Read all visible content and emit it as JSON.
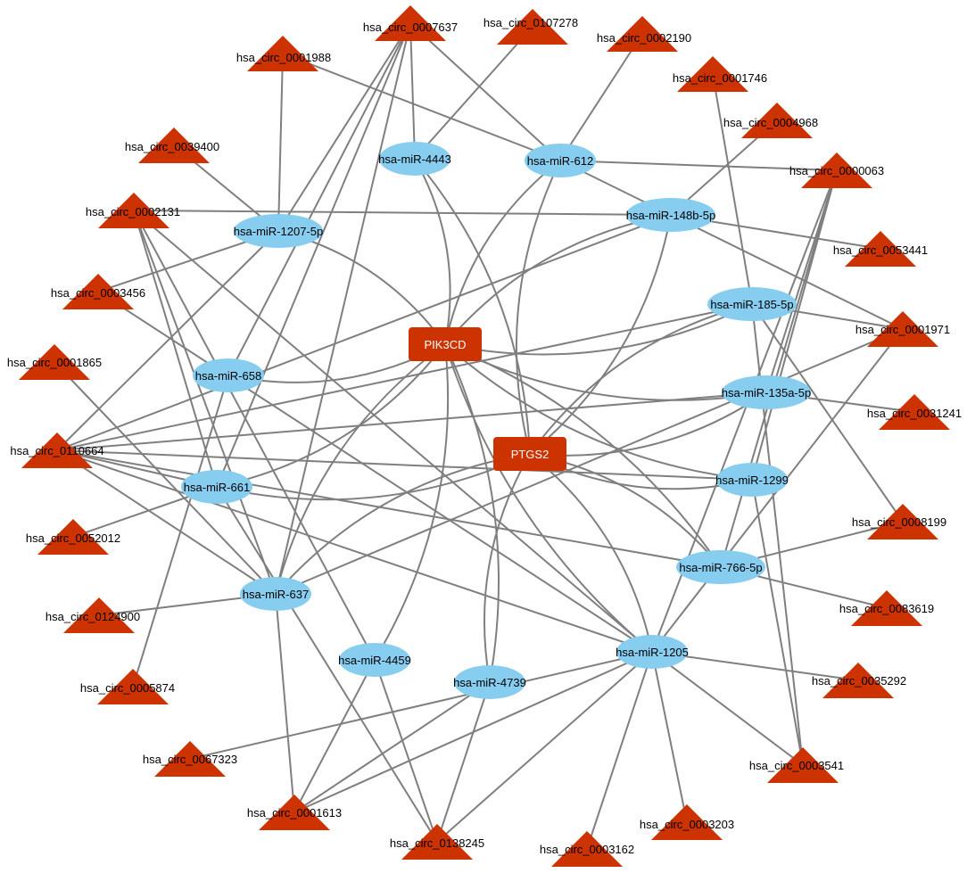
{
  "colors": {
    "edge": "#7f7f7f",
    "circrna": "#cc3300",
    "mirna": "#87cdf0",
    "gene": "#cc3300",
    "text": "#000000"
  },
  "node_types": {
    "circrna": "triangle",
    "mirna": "ellipse",
    "gene": "rectangle"
  },
  "genes": [
    "PIK3CD",
    "PTGS2"
  ],
  "mirnas": [
    "hsa-miR-4443",
    "hsa-miR-612",
    "hsa-miR-1207-5p",
    "hsa-miR-148b-5p",
    "hsa-miR-185-5p",
    "hsa-miR-658",
    "hsa-miR-135a-5p",
    "hsa-miR-661",
    "hsa-miR-1299",
    "hsa-miR-766-5p",
    "hsa-miR-637",
    "hsa-miR-4459",
    "hsa-miR-1205",
    "hsa-miR-4739"
  ],
  "circrnas": [
    "hsa_circ_0007637",
    "hsa_circ_0107278",
    "hsa_circ_0002190",
    "hsa_circ_0001988",
    "hsa_circ_0001746",
    "hsa_circ_0004968",
    "hsa_circ_0039400",
    "hsa_circ_0000063",
    "hsa_circ_0002131",
    "hsa_circ_0053441",
    "hsa_circ_0003456",
    "hsa_circ_0001971",
    "hsa_circ_0001865",
    "hsa_circ_0031241",
    "hsa_circ_0110664",
    "hsa_circ_0008199",
    "hsa_circ_0052012",
    "hsa_circ_0083619",
    "hsa_circ_0124900",
    "hsa_circ_0035292",
    "hsa_circ_0005874",
    "hsa_circ_0003541",
    "hsa_circ_0067323",
    "hsa_circ_0003203",
    "hsa_circ_0001613",
    "hsa_circ_0003162",
    "hsa_circ_0138245"
  ],
  "edges": [
    [
      "hsa_circ_0007637",
      "hsa-miR-4443"
    ],
    [
      "hsa_circ_0007637",
      "hsa-miR-1207-5p"
    ],
    [
      "hsa_circ_0007637",
      "hsa-miR-658"
    ],
    [
      "hsa_circ_0007637",
      "hsa-miR-661"
    ],
    [
      "hsa_circ_0007637",
      "hsa-miR-637"
    ],
    [
      "hsa_circ_0007637",
      "hsa-miR-612"
    ],
    [
      "hsa_circ_0107278",
      "hsa-miR-4443"
    ],
    [
      "hsa_circ_0002190",
      "hsa-miR-612"
    ],
    [
      "hsa_circ_0001988",
      "hsa-miR-612"
    ],
    [
      "hsa_circ_0001988",
      "hsa-miR-1207-5p"
    ],
    [
      "hsa_circ_0001746",
      "hsa-miR-185-5p"
    ],
    [
      "hsa_circ_0004968",
      "hsa-miR-148b-5p"
    ],
    [
      "hsa_circ_0039400",
      "hsa-miR-1207-5p"
    ],
    [
      "hsa_circ_0000063",
      "hsa-miR-612"
    ],
    [
      "hsa_circ_0000063",
      "hsa-miR-1299"
    ],
    [
      "hsa_circ_0000063",
      "hsa-miR-766-5p"
    ],
    [
      "hsa_circ_0000063",
      "hsa-miR-1205"
    ],
    [
      "hsa_circ_0000063",
      "hsa-miR-135a-5p"
    ],
    [
      "hsa_circ_0002131",
      "hsa-miR-148b-5p"
    ],
    [
      "hsa_circ_0002131",
      "hsa-miR-661"
    ],
    [
      "hsa_circ_0002131",
      "hsa-miR-637"
    ],
    [
      "hsa_circ_0002131",
      "hsa-miR-4459"
    ],
    [
      "hsa_circ_0002131",
      "hsa-miR-1205"
    ],
    [
      "hsa_circ_0053441",
      "hsa-miR-148b-5p"
    ],
    [
      "hsa_circ_0003456",
      "hsa-miR-1207-5p"
    ],
    [
      "hsa_circ_0003456",
      "hsa-miR-1205"
    ],
    [
      "hsa_circ_0001971",
      "hsa-miR-185-5p"
    ],
    [
      "hsa_circ_0001971",
      "hsa-miR-612"
    ],
    [
      "hsa_circ_0001971",
      "hsa-miR-637"
    ],
    [
      "hsa_circ_0001971",
      "hsa-miR-1205"
    ],
    [
      "hsa_circ_0001865",
      "hsa-miR-637"
    ],
    [
      "hsa_circ_0031241",
      "hsa-miR-135a-5p"
    ],
    [
      "hsa_circ_0110664",
      "hsa-miR-1207-5p"
    ],
    [
      "hsa_circ_0110664",
      "hsa-miR-148b-5p"
    ],
    [
      "hsa_circ_0110664",
      "hsa-miR-185-5p"
    ],
    [
      "hsa_circ_0110664",
      "hsa-miR-135a-5p"
    ],
    [
      "hsa_circ_0110664",
      "hsa-miR-1299"
    ],
    [
      "hsa_circ_0110664",
      "hsa-miR-766-5p"
    ],
    [
      "hsa_circ_0110664",
      "hsa-miR-1205"
    ],
    [
      "hsa_circ_0110664",
      "hsa-miR-637"
    ],
    [
      "hsa_circ_0110664",
      "hsa-miR-661"
    ],
    [
      "hsa_circ_0008199",
      "hsa-miR-185-5p"
    ],
    [
      "hsa_circ_0008199",
      "hsa-miR-766-5p"
    ],
    [
      "hsa_circ_0052012",
      "hsa-miR-661"
    ],
    [
      "hsa_circ_0083619",
      "hsa-miR-766-5p"
    ],
    [
      "hsa_circ_0124900",
      "hsa-miR-637"
    ],
    [
      "hsa_circ_0035292",
      "hsa-miR-1205"
    ],
    [
      "hsa_circ_0005874",
      "hsa-miR-658"
    ],
    [
      "hsa_circ_0003541",
      "hsa-miR-1205"
    ],
    [
      "hsa_circ_0003541",
      "hsa-miR-1299"
    ],
    [
      "hsa_circ_0003541",
      "hsa-miR-185-5p"
    ],
    [
      "hsa_circ_0067323",
      "hsa-miR-1205"
    ],
    [
      "hsa_circ_0003203",
      "hsa-miR-1205"
    ],
    [
      "hsa_circ_0001613",
      "hsa-miR-637"
    ],
    [
      "hsa_circ_0001613",
      "hsa-miR-4459"
    ],
    [
      "hsa_circ_0001613",
      "hsa-miR-4739"
    ],
    [
      "hsa_circ_0001613",
      "hsa-miR-1205"
    ],
    [
      "hsa_circ_0003162",
      "hsa-miR-1205"
    ],
    [
      "hsa_circ_0138245",
      "hsa-miR-661"
    ],
    [
      "hsa_circ_0138245",
      "hsa-miR-4459"
    ],
    [
      "hsa_circ_0138245",
      "hsa-miR-4739"
    ],
    [
      "hsa_circ_0138245",
      "hsa-miR-1205"
    ],
    [
      "PIK3CD",
      "hsa-miR-4443"
    ],
    [
      "PIK3CD",
      "hsa-miR-612"
    ],
    [
      "PIK3CD",
      "hsa-miR-1207-5p"
    ],
    [
      "PIK3CD",
      "hsa-miR-148b-5p"
    ],
    [
      "PIK3CD",
      "hsa-miR-185-5p"
    ],
    [
      "PIK3CD",
      "hsa-miR-658"
    ],
    [
      "PIK3CD",
      "hsa-miR-135a-5p"
    ],
    [
      "PIK3CD",
      "hsa-miR-661"
    ],
    [
      "PIK3CD",
      "hsa-miR-1299"
    ],
    [
      "PIK3CD",
      "hsa-miR-766-5p"
    ],
    [
      "PIK3CD",
      "hsa-miR-637"
    ],
    [
      "PIK3CD",
      "hsa-miR-4459"
    ],
    [
      "PIK3CD",
      "hsa-miR-1205"
    ],
    [
      "PIK3CD",
      "hsa-miR-4739"
    ],
    [
      "PTGS2",
      "hsa-miR-4443"
    ],
    [
      "PTGS2",
      "hsa-miR-612"
    ],
    [
      "PTGS2",
      "hsa-miR-148b-5p"
    ],
    [
      "PTGS2",
      "hsa-miR-185-5p"
    ],
    [
      "PTGS2",
      "hsa-miR-135a-5p"
    ],
    [
      "PTGS2",
      "hsa-miR-661"
    ],
    [
      "PTGS2",
      "hsa-miR-1299"
    ],
    [
      "PTGS2",
      "hsa-miR-766-5p"
    ],
    [
      "PTGS2",
      "hsa-miR-637"
    ],
    [
      "PTGS2",
      "hsa-miR-1205"
    ],
    [
      "PTGS2",
      "hsa-miR-4739"
    ]
  ]
}
